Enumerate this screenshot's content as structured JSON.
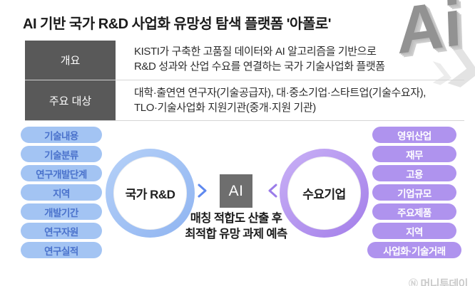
{
  "title": "AI 기반 국가 R&D 사업화 유망성 탐색 플랫폼 '아폴로'",
  "logo": {
    "text": "Ai"
  },
  "table": {
    "rows": [
      {
        "label": "개요",
        "lines": [
          "KISTI가 구축한 고품질 데이터와 AI 알고리즘을 기반으로",
          "R&D 성과와 산업 수요를 연결하는 국가 기술사업화 플랫폼"
        ]
      },
      {
        "label": "주요 대상",
        "lines": [
          "대학·출연연 연구자(기술공급자), 대·중소기업·스타트업(기술수요자),",
          "TLO·기술사업화 지원기관(중개·지원 기관)"
        ]
      }
    ]
  },
  "diagram": {
    "left_pills": [
      "기술내용",
      "기술분류",
      "연구개발단계",
      "지역",
      "개발기간",
      "연구자원",
      "연구실적"
    ],
    "right_pills": [
      "영위산업",
      "재무",
      "고용",
      "기업규모",
      "주요제품",
      "지역",
      "사업화·기술거래"
    ],
    "left_circle_label": "국가 R&D",
    "right_circle_label": "수요기업",
    "ai_box_label": "AI",
    "caption_lines": [
      "매칭 적합도 산출 후",
      "최적합 유망 과제 예측"
    ]
  },
  "watermark": "머니투데이",
  "colors": {
    "label_cell_bg": "#595959",
    "left_pill_bg": "#a3c4f3",
    "left_pill_text": "#4a72cc",
    "right_pill_bg": "#af93ee",
    "left_ring": "#8fb4f1",
    "right_ring": "#a37ee9",
    "ai_box_bg": "#6e6e6e",
    "arrow_blue": "#5f89ef",
    "arrow_purple": "#9b7ce9",
    "arrow_indigo": "#4f55cb"
  }
}
